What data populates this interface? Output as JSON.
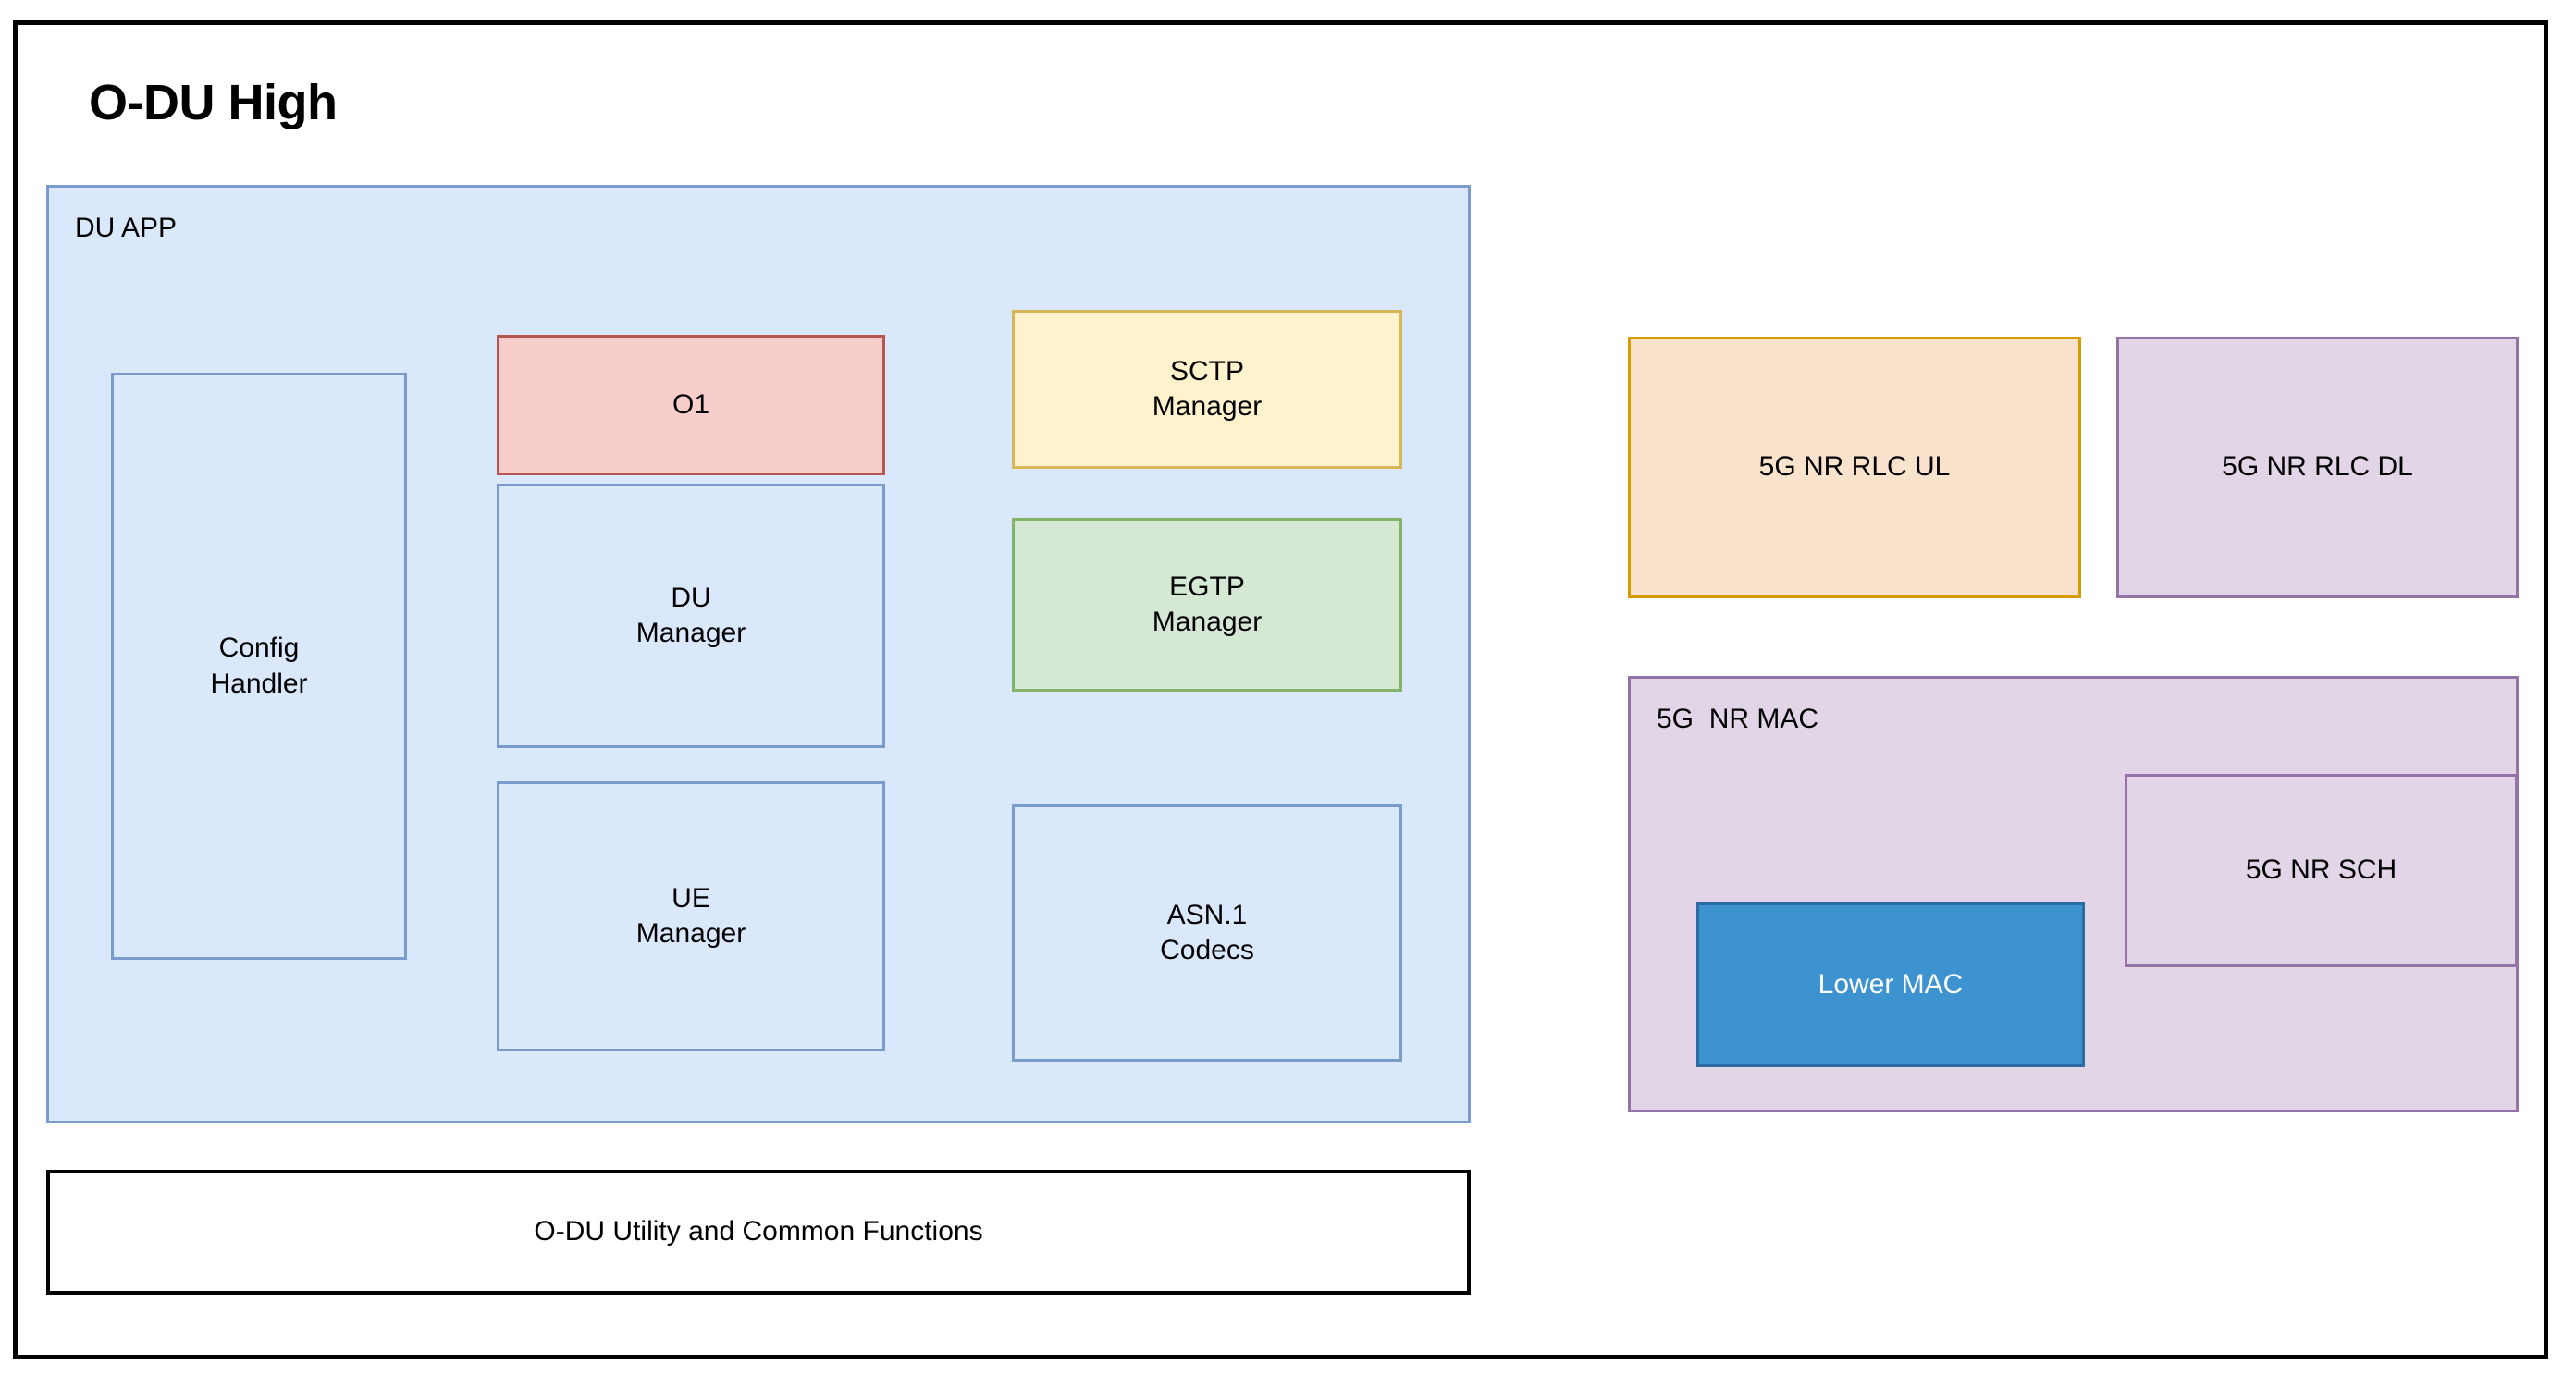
{
  "diagram": {
    "title": "O-DU High",
    "colors": {
      "du_app_fill": "#dae8fc",
      "du_app_border": "#7a9bce",
      "o1_fill": "#f8cecc",
      "o1_border": "#b85450",
      "sctp_fill": "#fff2cc",
      "sctp_border": "#d6b656",
      "egtp_fill": "#d5e8d4",
      "egtp_border": "#82b366",
      "rlc_ul_fill": "#fae3cd",
      "rlc_ul_border": "#d79b00",
      "purple_fill": "#e1d5e7",
      "purple_border": "#9673a6",
      "lower_mac_fill": "#3d92d0",
      "lower_mac_border": "#2b6ca3",
      "outer_border": "#000000"
    },
    "du_app": {
      "label": "DU APP",
      "blocks": [
        {
          "id": "config-handler",
          "label": "Config\nHandler"
        },
        {
          "id": "o1",
          "label": "O1"
        },
        {
          "id": "du-manager",
          "label": "DU\nManager"
        },
        {
          "id": "ue-manager",
          "label": "UE\nManager"
        },
        {
          "id": "sctp-manager",
          "label": "SCTP\nManager"
        },
        {
          "id": "egtp-manager",
          "label": "EGTP\nManager"
        },
        {
          "id": "asn1-codecs",
          "label": "ASN.1\nCodecs"
        }
      ]
    },
    "utility_bar": {
      "label": "O-DU Utility and Common Functions"
    },
    "right_column": {
      "rlc_ul": {
        "label": "5G NR RLC UL"
      },
      "rlc_dl": {
        "label": "5G NR RLC DL"
      },
      "mac_group": {
        "label": "5G  NR MAC",
        "blocks": [
          {
            "id": "nr-sch",
            "label": "5G NR SCH"
          },
          {
            "id": "lower-mac",
            "label": "Lower MAC"
          }
        ]
      }
    }
  }
}
